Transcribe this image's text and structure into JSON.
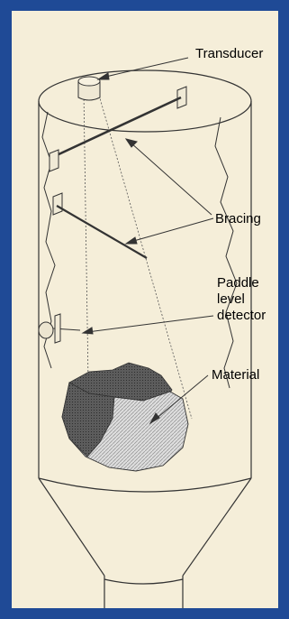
{
  "labels": {
    "transducer": "Transducer",
    "bracing": "Bracing",
    "paddle_level_detector": [
      "Paddle",
      "level",
      "detector"
    ],
    "material": "Material"
  },
  "colors": {
    "frame_border": "#1f4a96",
    "background": "#f5eed9",
    "line": "#333333",
    "material_dark": "#555555",
    "material_hatch": "#cfcfcf"
  }
}
